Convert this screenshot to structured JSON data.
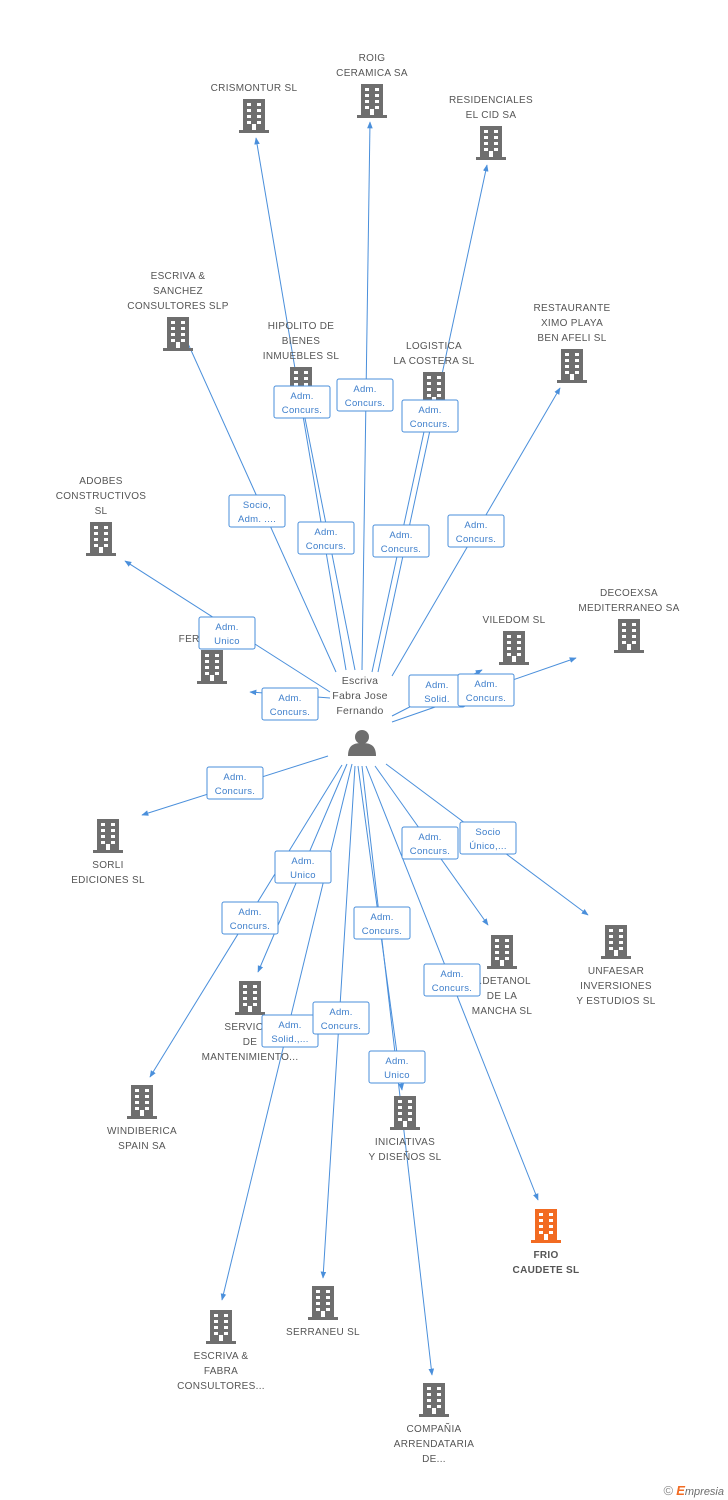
{
  "colors": {
    "edge": "#4a8fdb",
    "building": "#6e6e6e",
    "highlight": "#f26b22",
    "text": "#555555"
  },
  "center": {
    "name_lines": [
      "Escriva",
      "Fabra Jose",
      "Fernando"
    ]
  },
  "nodes": [
    {
      "id": "crismontur",
      "lines": [
        "CRISMONTUR SL"
      ]
    },
    {
      "id": "roig",
      "lines": [
        "ROIG",
        "CERAMICA SA"
      ]
    },
    {
      "id": "residenciales",
      "lines": [
        "RESIDENCIALES",
        "EL CID SA"
      ]
    },
    {
      "id": "escriva-sanchez",
      "lines": [
        "ESCRIVA &",
        "SANCHEZ",
        "CONSULTORES SLP"
      ]
    },
    {
      "id": "hipolito",
      "lines": [
        "HIPOLITO DE",
        "BIENES",
        "INMUEBLES SL"
      ]
    },
    {
      "id": "logistica",
      "lines": [
        "LOGISTICA",
        "LA COSTERA SL"
      ]
    },
    {
      "id": "restaurante",
      "lines": [
        "RESTAURANTE",
        "XIMO PLAYA",
        "BEN AFELI SL"
      ]
    },
    {
      "id": "adobes",
      "lines": [
        "ADOBES",
        "CONSTRUCTIVOS",
        "SL"
      ]
    },
    {
      "id": "fergon",
      "lines": [
        "FERGON...SL"
      ]
    },
    {
      "id": "viledom",
      "lines": [
        "VILEDOM SL"
      ]
    },
    {
      "id": "decoexsa",
      "lines": [
        "DECOEXSA",
        "MEDITERRANEO SA"
      ]
    },
    {
      "id": "sorli",
      "lines": [
        "SORLI",
        "EDICIONES SL"
      ]
    },
    {
      "id": "unfaesar",
      "lines": [
        "UNFAESAR",
        "INVERSIONES",
        "Y ESTUDIOS SL"
      ]
    },
    {
      "id": "detanol",
      "lines": [
        "...DETANOL",
        "DE LA",
        "MANCHA SL"
      ]
    },
    {
      "id": "servicios",
      "lines": [
        "SERVICI...",
        "DE",
        "MANTENIMIENTO..."
      ]
    },
    {
      "id": "windiberica",
      "lines": [
        "WINDIBERICA",
        "SPAIN SA"
      ]
    },
    {
      "id": "iniciativas",
      "lines": [
        "INICIATIVAS",
        "Y DISEÑOS SL"
      ]
    },
    {
      "id": "frio",
      "lines": [
        "FRIO",
        "CAUDETE SL"
      ],
      "highlight": true
    },
    {
      "id": "escriva-fabra",
      "lines": [
        "ESCRIVA &",
        "FABRA",
        "CONSULTORES..."
      ]
    },
    {
      "id": "serraneu",
      "lines": [
        "SERRANEU SL"
      ]
    },
    {
      "id": "compania",
      "lines": [
        "COMPAÑIA",
        "ARRENDATARIA",
        "DE..."
      ]
    }
  ],
  "relations": [
    {
      "target": "crismontur",
      "lines": [
        "Adm.",
        "Concurs."
      ]
    },
    {
      "target": "roig",
      "lines": [
        "Adm.",
        "Concurs."
      ]
    },
    {
      "target": "residenciales",
      "lines": [
        "Adm.",
        "Concurs."
      ]
    },
    {
      "target": "escriva-sanchez",
      "lines": [
        "Socio,",
        "Adm. ...."
      ]
    },
    {
      "target": "hipolito",
      "lines": [
        "Adm.",
        "Concurs."
      ]
    },
    {
      "target": "logistica",
      "lines": [
        "Adm.",
        "Concurs."
      ]
    },
    {
      "target": "restaurante",
      "lines": [
        "Adm.",
        "Concurs."
      ]
    },
    {
      "target": "adobes",
      "lines": [
        "Adm.",
        "Unico"
      ]
    },
    {
      "target": "fergon",
      "lines": [
        "Adm.",
        "Concurs."
      ]
    },
    {
      "target": "viledom",
      "lines": [
        "Adm.",
        "Solid."
      ]
    },
    {
      "target": "decoexsa",
      "lines": [
        "Adm.",
        "Concurs."
      ]
    },
    {
      "target": "sorli",
      "lines": [
        "Adm.",
        "Concurs."
      ]
    },
    {
      "target": "unfaesar",
      "lines": [
        "Socio",
        "Único,..."
      ]
    },
    {
      "target": "detanol",
      "lines": [
        "Adm.",
        "Concurs."
      ]
    },
    {
      "target": "servicios",
      "lines": [
        "Adm.",
        "Unico"
      ]
    },
    {
      "target": "windiberica",
      "lines": [
        "Adm.",
        "Concurs."
      ]
    },
    {
      "target": "iniciativas",
      "lines": [
        "Adm.",
        "Concurs."
      ]
    },
    {
      "target": "frio",
      "lines": [
        "Adm.",
        "Concurs."
      ]
    },
    {
      "target": "escriva-fabra",
      "lines": [
        "Adm.",
        "Solid.,..."
      ]
    },
    {
      "target": "serraneu",
      "lines": [
        "Adm.",
        "Concurs."
      ]
    },
    {
      "target": "compania",
      "lines": [
        "Adm.",
        "Unico"
      ]
    }
  ],
  "footer": {
    "copyright": "©",
    "brand_initial": "E",
    "brand_rest": "mpresia"
  }
}
